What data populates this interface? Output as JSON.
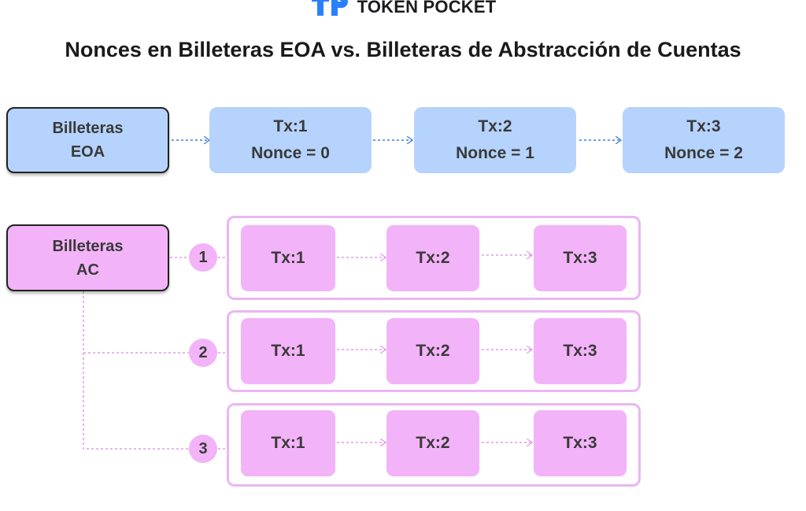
{
  "brand": {
    "name": "TOKEN POCKET",
    "logo_icon": "tp-logo-icon",
    "color": "#2980fe"
  },
  "title": "Nonces en Billeteras EOA vs. Billeteras de Abstracción de Cuentas",
  "eoa": {
    "label_line1": "Billeteras",
    "label_line2": "EOA",
    "color": "#b5d3fc",
    "transactions": [
      {
        "tx": "Tx:1",
        "nonce": "Nonce = 0"
      },
      {
        "tx": "Tx:2",
        "nonce": "Nonce = 1"
      },
      {
        "tx": "Tx:3",
        "nonce": "Nonce = 2"
      }
    ]
  },
  "ac": {
    "label_line1": "Billeteras",
    "label_line2": "AC",
    "color": "#f3b3f8",
    "lanes": [
      {
        "number": "1",
        "transactions": [
          "Tx:1",
          "Tx:2",
          "Tx:3"
        ]
      },
      {
        "number": "2",
        "transactions": [
          "Tx:1",
          "Tx:2",
          "Tx:3"
        ]
      },
      {
        "number": "3",
        "transactions": [
          "Tx:1",
          "Tx:2",
          "Tx:3"
        ]
      }
    ]
  }
}
